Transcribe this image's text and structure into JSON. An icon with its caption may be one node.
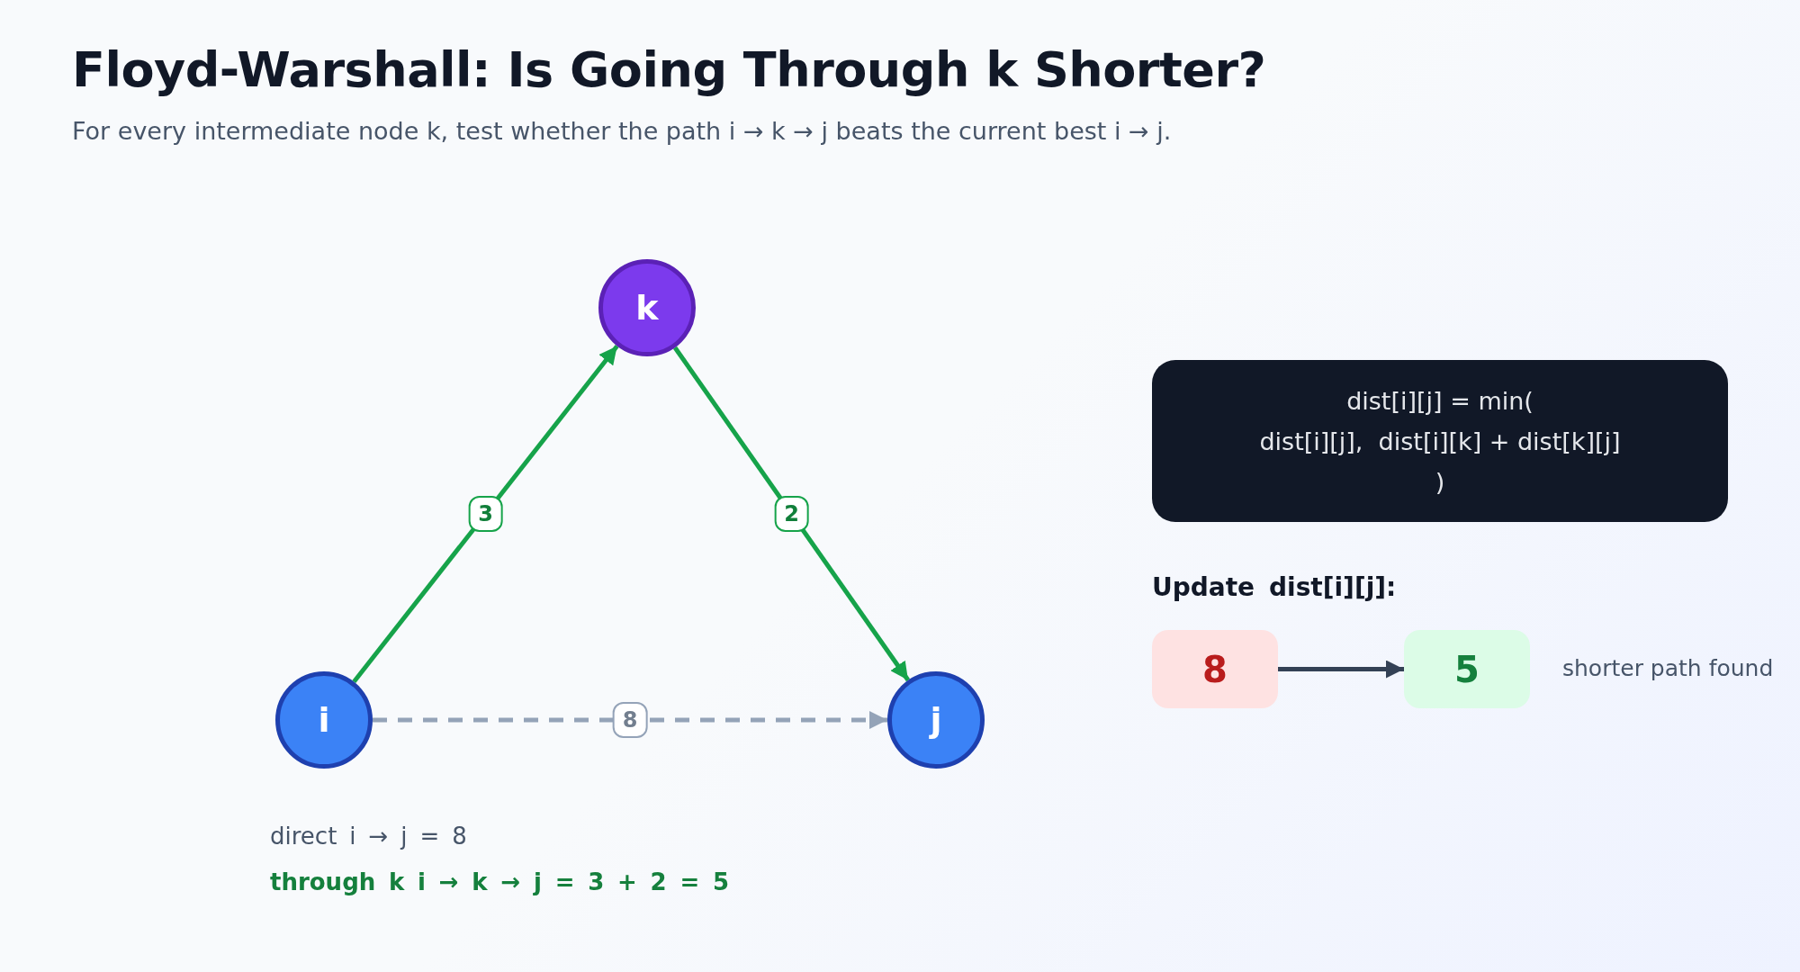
{
  "diagram": {
    "title": "Floyd-Warshall: Is Going Through k Shorter?",
    "caption": "For every intermediate node k, test whether the path i → k → j beats the current best i → j.",
    "nodes": [
      {
        "text": [
          "k"
        ]
      },
      {
        "text": [
          "i"
        ]
      },
      {
        "text": [
          "j"
        ]
      },
      {
        "text": [
          "dist[i][j] = min(",
          "dist[i][j],  dist[i][k] + dist[k][j]",
          ")"
        ]
      },
      {
        "text": [
          "8"
        ]
      },
      {
        "text": [
          "5"
        ],
        "beside": [
          "shorter path found"
        ]
      }
    ],
    "edges": [
      {
        "from": 1,
        "to": 0,
        "arrow": "to",
        "label": "3"
      },
      {
        "from": 0,
        "to": 2,
        "arrow": "to",
        "label": "2"
      },
      {
        "from": 1,
        "to": 2,
        "arrow": "to",
        "label": "8",
        "style": "dashed",
        "color": "#94a3b8"
      },
      {
        "from": 4,
        "to": 5,
        "arrow": "to",
        "color": "#334155"
      }
    ],
    "labels": [
      "Update dist[i][j]:",
      "direct i → j = 8",
      "through k i → k → j = 3 + 2 = 5"
    ]
  }
}
